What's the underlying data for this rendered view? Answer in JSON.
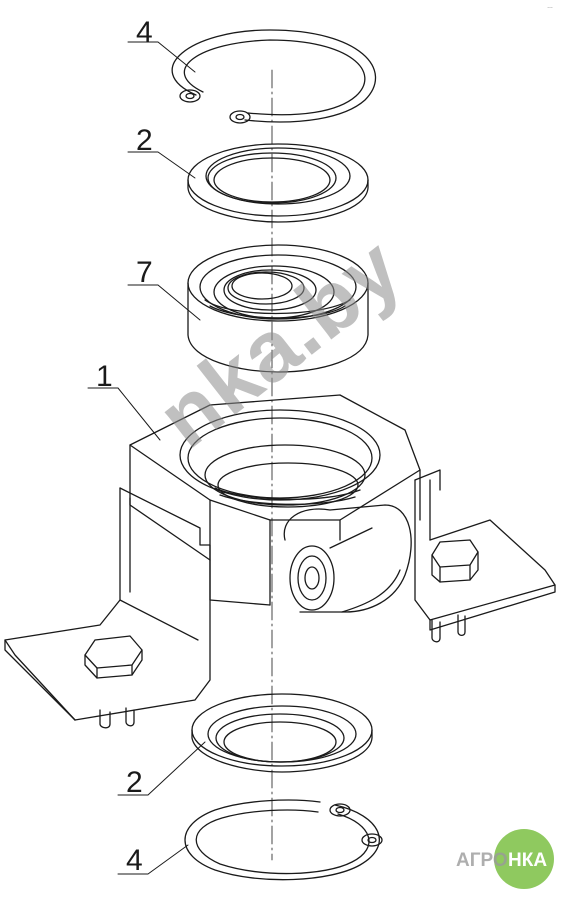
{
  "drawing": {
    "callouts": {
      "c4_top": "4",
      "c2_top": "2",
      "c7": "7",
      "c1": "1",
      "c2_bottom": "2",
      "c4_bottom": "4"
    },
    "watermark_text": "nka.by",
    "corner_stamp": "…",
    "logo_left": "АГРО",
    "logo_right": "НКА",
    "colors": {
      "line": "#1a1a1a",
      "logo_green": "#7bc043"
    }
  }
}
